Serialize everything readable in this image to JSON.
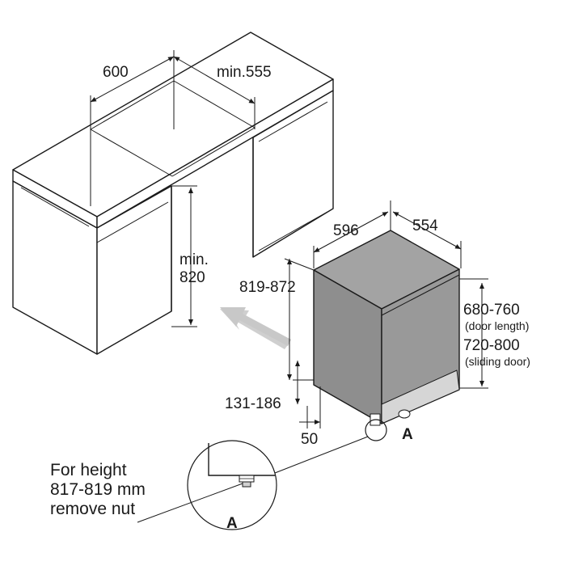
{
  "cabinet": {
    "width_label": "600",
    "depth_label": "min.555",
    "height_label_line1": "min.",
    "height_label_line2": "820"
  },
  "appliance": {
    "width_label": "596",
    "depth_label": "554",
    "height_label": "819-872",
    "door_length_value": "680-760",
    "door_length_caption": "(door length)",
    "sliding_door_value": "720-800",
    "sliding_door_caption": "(sliding door)",
    "plinth_label": "131-186",
    "foot_offset_label": "50",
    "detail_marker": "A"
  },
  "detail": {
    "marker": "A",
    "note_lines": [
      "For height",
      "817-819 mm",
      "remove nut"
    ]
  },
  "colors": {
    "appliance_fill": "#9a9a9a",
    "appliance_front": "#7d7d7d",
    "arrow_fill": "#cfcfcf",
    "line": "#1a1a1a"
  }
}
